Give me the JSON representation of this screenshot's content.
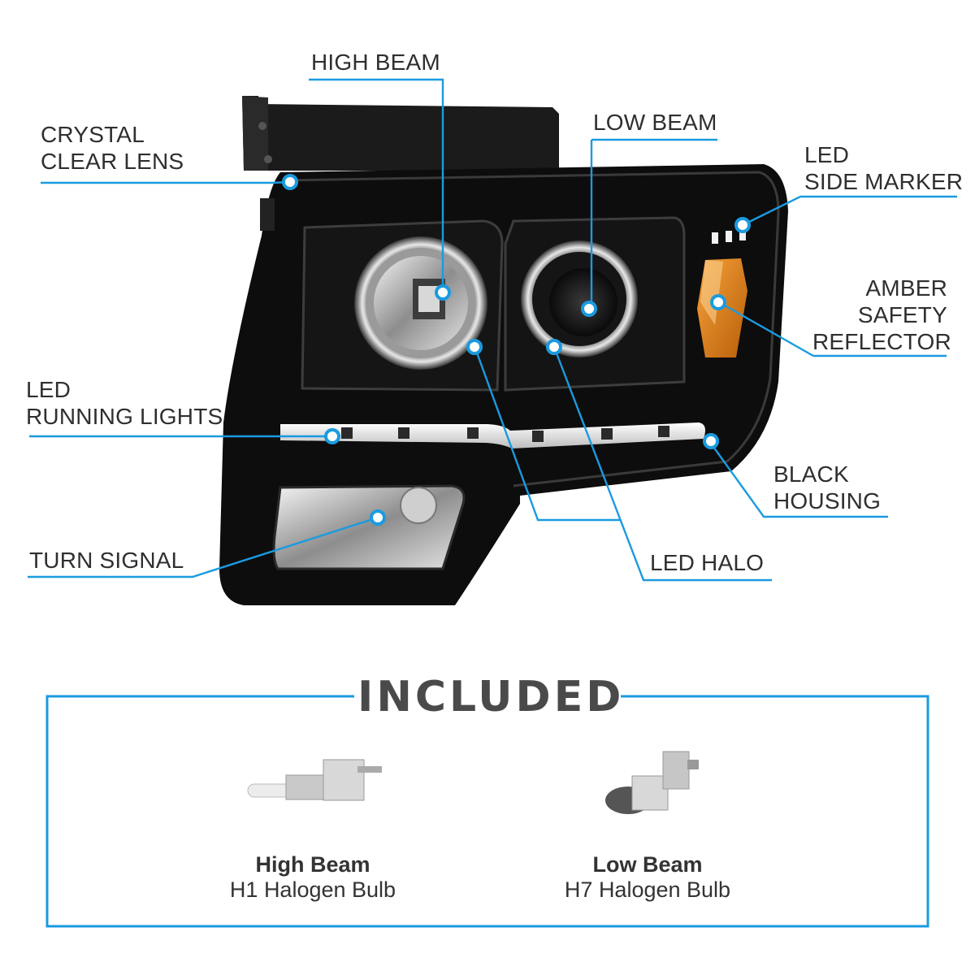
{
  "labels": {
    "high_beam": "HIGH BEAM",
    "crystal_clear_lens": [
      "CRYSTAL",
      "CLEAR LENS"
    ],
    "low_beam": "LOW BEAM",
    "led_side_marker": [
      "LED",
      "SIDE MARKER"
    ],
    "amber_safety_reflector": [
      "AMBER",
      "SAFETY",
      "REFLECTOR"
    ],
    "led_running_lights": [
      "LED",
      "RUNNING LIGHTS"
    ],
    "black_housing": [
      "BLACK",
      "HOUSING"
    ],
    "turn_signal": "TURN SIGNAL",
    "led_halo": "LED HALO"
  },
  "included": {
    "title": "INCLUDED",
    "items": [
      {
        "name": "High Beam",
        "type": "H1 Halogen Bulb"
      },
      {
        "name": "Low Beam",
        "type": "H7 Halogen Bulb"
      }
    ]
  },
  "colors": {
    "accent_blue": "#1a9be0",
    "housing": "#111111",
    "amber": "#e98a1e",
    "text": "#333333"
  }
}
